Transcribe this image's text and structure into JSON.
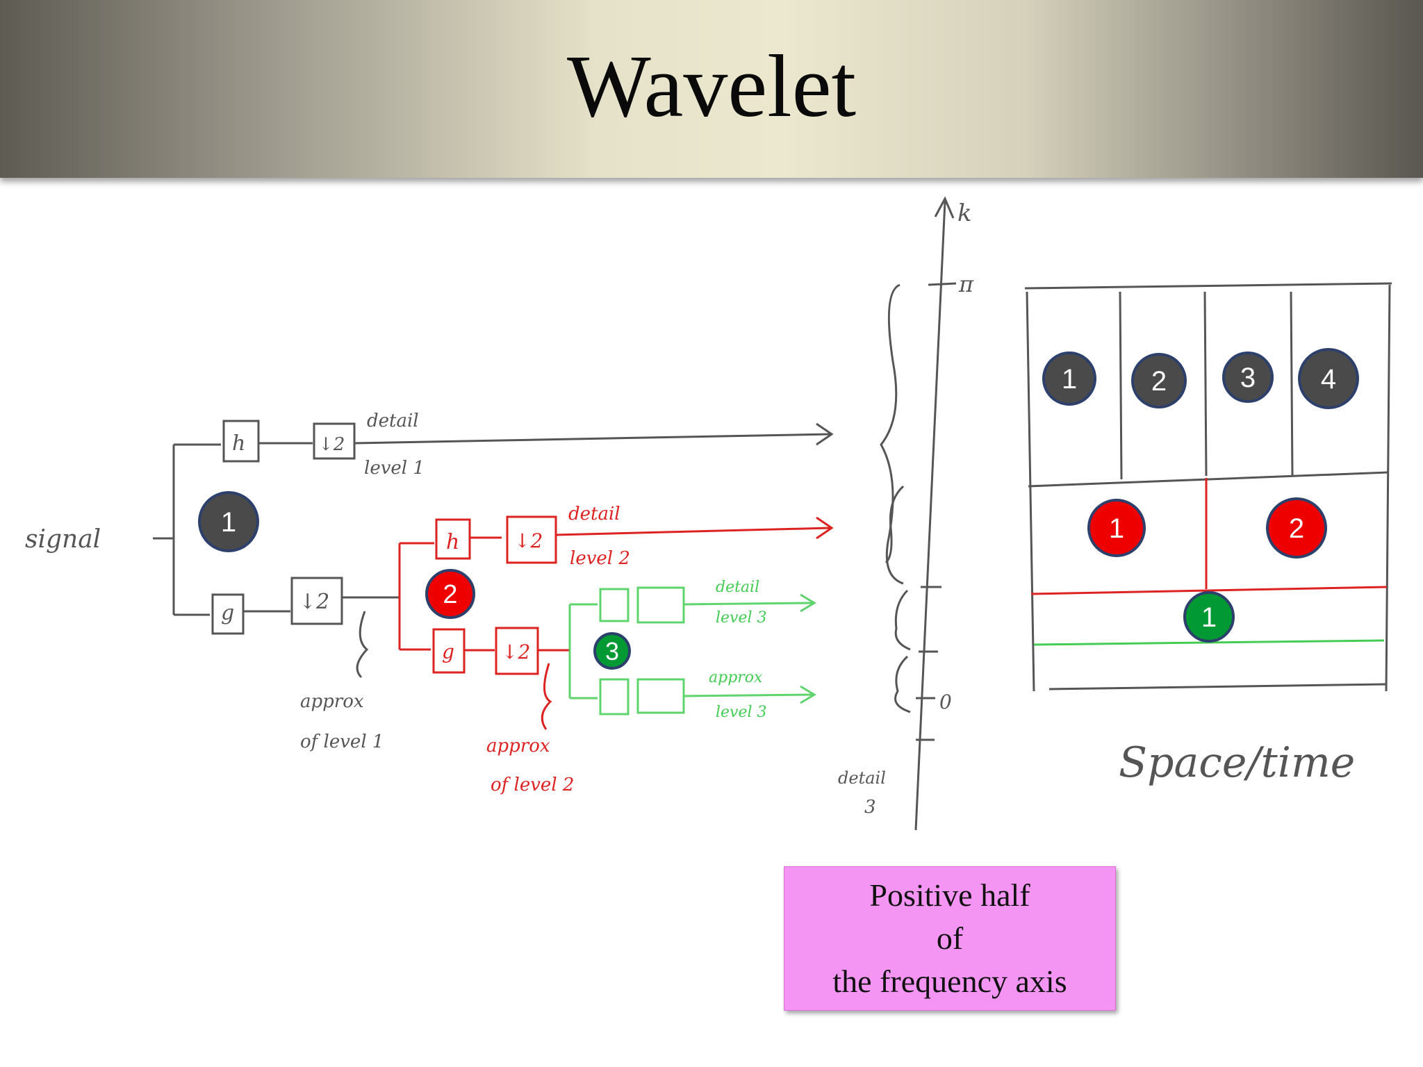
{
  "slide": {
    "title": "Wavelet"
  },
  "tree": {
    "input_label": "signal",
    "level1": {
      "lowpass_label": "h",
      "downsample_label": "↓2",
      "detail_label": "detail",
      "level_label": "level 1",
      "approx_label": "approx",
      "approx_of_label": "of level 1"
    },
    "level2": {
      "lowpass_label": "h",
      "downsample_label": "↓2",
      "detail_label": "detail",
      "level_label": "level 2",
      "approx_label": "approx",
      "approx_of_label": "of level 2"
    },
    "level3": {
      "detail_label": "detail",
      "level_label": "level 3",
      "approx_label": "approx",
      "approx_level_label": "level 3"
    },
    "filter_g_label": "g",
    "badges": [
      "1",
      "2",
      "3"
    ]
  },
  "freq_axis": {
    "axis_label": "k",
    "pi_label": "π",
    "zero_label": "0",
    "detail_label": "detail",
    "detail_num": "3"
  },
  "tiling": {
    "row1_badges": [
      "1",
      "2",
      "3",
      "4"
    ],
    "row2_badges": [
      "1",
      "2"
    ],
    "row3_badges": [
      "1"
    ],
    "caption": "Space/time"
  },
  "note": {
    "text": "Positive half\nof\nthe frequency axis"
  },
  "colors": {
    "level1": "#555555",
    "level2": "#dd1111",
    "level3": "#22bb44",
    "badge_gray": "#4a4a4a",
    "badge_red": "#ee0000",
    "badge_green": "#009933",
    "badge_border": "#2d3f6b",
    "note_bg": "#f595f3"
  }
}
